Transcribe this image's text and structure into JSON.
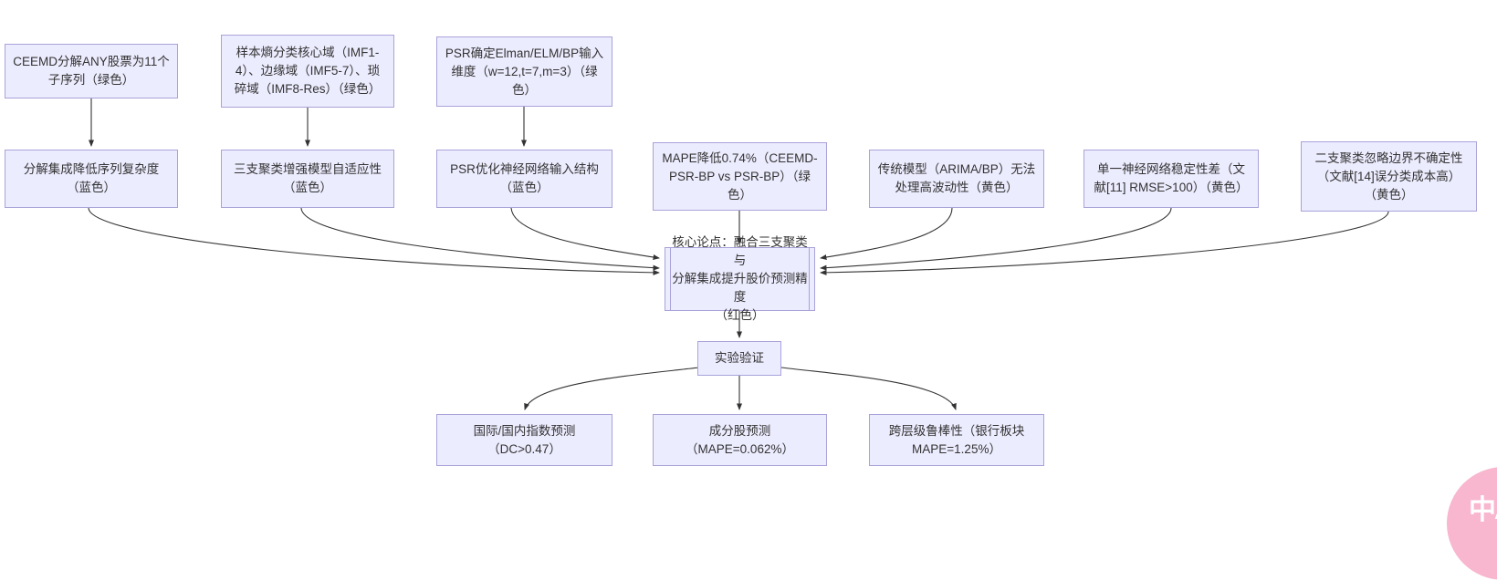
{
  "diagram": {
    "title": "argument-structure-flowchart",
    "colors": {
      "background": "#FFFFFF",
      "node_fill": "#ECECFF",
      "node_border": "#A9A2D9",
      "edge": "#333333",
      "text": "#333333",
      "translate_button": "#F8B6CF"
    },
    "nodes": {
      "premise_ceemd": {
        "label": "CEEMD分解ANY股票为11个\n子序列（绿色）"
      },
      "premise_entropy": {
        "label": "样本熵分类核心域（IMF1-\n4）、边缘域（IMF5-7）、琐\n碎域（IMF8-Res）（绿色）"
      },
      "premise_psr": {
        "label": "PSR确定Elman/ELM/BP输入\n维度（w=12,t=7,m=3）（绿\n色）"
      },
      "reason_decomposition": {
        "label": "分解集成降低序列复杂度\n（蓝色）"
      },
      "reason_three_way": {
        "label": "三支聚类增强模型自适应性\n（蓝色）"
      },
      "reason_psr": {
        "label": "PSR优化神经网络输入结构\n（蓝色）"
      },
      "evidence_mape": {
        "label": "MAPE降低0.74%（CEEMD-\nPSR-BP vs PSR-BP）（绿\n色）"
      },
      "counter_traditional": {
        "label": "传统模型（ARIMA/BP）无法\n处理高波动性（黄色）"
      },
      "counter_single_nn": {
        "label": "单一神经网络稳定性差（文\n献[11] RMSE>100）（黄色）"
      },
      "counter_two_way": {
        "label": "二支聚类忽略边界不确定性\n（文献[14]误分类成本高）\n（黄色）"
      },
      "core_claim": {
        "label": "核心论点：融合三支聚类与\n分解集成提升股价预测精度\n（红色）"
      },
      "experiment": {
        "label": "实验验证"
      },
      "result_index": {
        "label": "国际/国内指数预测\n（DC>0.47）"
      },
      "result_constituent": {
        "label": "成分股预测\n（MAPE=0.062%）"
      },
      "result_robustness": {
        "label": "跨层级鲁棒性（银行板块\nMAPE=1.25%）"
      }
    },
    "edges": [
      {
        "from": "premise_ceemd",
        "to": "reason_decomposition"
      },
      {
        "from": "premise_entropy",
        "to": "reason_three_way"
      },
      {
        "from": "premise_psr",
        "to": "reason_psr"
      },
      {
        "from": "reason_decomposition",
        "to": "core_claim"
      },
      {
        "from": "reason_three_way",
        "to": "core_claim"
      },
      {
        "from": "reason_psr",
        "to": "core_claim"
      },
      {
        "from": "evidence_mape",
        "to": "core_claim"
      },
      {
        "from": "counter_traditional",
        "to": "core_claim"
      },
      {
        "from": "counter_single_nn",
        "to": "core_claim"
      },
      {
        "from": "counter_two_way",
        "to": "core_claim"
      },
      {
        "from": "core_claim",
        "to": "experiment"
      },
      {
        "from": "experiment",
        "to": "result_index"
      },
      {
        "from": "experiment",
        "to": "result_constituent"
      },
      {
        "from": "experiment",
        "to": "result_robustness"
      }
    ],
    "translate_button": {
      "label": "中A"
    }
  }
}
